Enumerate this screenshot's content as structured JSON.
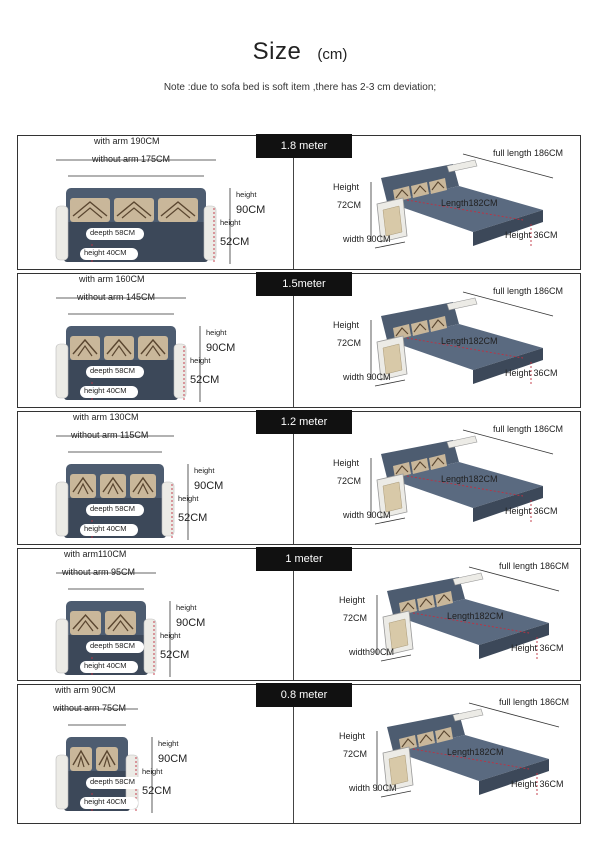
{
  "header": {
    "title": "Size",
    "unit": "(cm)",
    "note": "Note :due to sofa bed is soft item ,there has 2-3 cm deviation;"
  },
  "colors": {
    "fabric": "#4d5c70",
    "fabric_dark": "#3c4859",
    "frame": "#ecebe6",
    "tag_bg": "#111111",
    "pillow": "#c9b79a",
    "accent_line": "#c03040"
  },
  "sizes": [
    {
      "tag": "1.8 meter",
      "with_arm": "with arm  190CM",
      "without_arm": "without arm 175CM",
      "depth": "deepth 58CM",
      "seat_height": "height 40CM",
      "height_label": "height",
      "height_value": "90CM",
      "arm_height_label": "height",
      "arm_height_value": "52CM",
      "bed_height_label": "Height",
      "bed_height_value": "72CM",
      "bed_full_length": "full length 186CM",
      "bed_length": "Length182CM",
      "bed_width": "width 90CM",
      "bed_seat_height": "Height 36CM"
    },
    {
      "tag": "1.5meter",
      "with_arm": "with  arm 160CM",
      "without_arm": "without arm 145CM",
      "depth": "deepth 58CM",
      "seat_height": "height 40CM",
      "height_label": "height",
      "height_value": "90CM",
      "arm_height_label": "height",
      "arm_height_value": "52CM",
      "bed_height_label": "Height",
      "bed_height_value": "72CM",
      "bed_full_length": "full length 186CM",
      "bed_length": "Length182CM",
      "bed_width": "width 90CM",
      "bed_seat_height": "Height 36CM"
    },
    {
      "tag": "1.2 meter",
      "with_arm": "with  arm 130CM",
      "without_arm": "without arm 115CM",
      "depth": "deepth 58CM",
      "seat_height": "height 40CM",
      "height_label": "height",
      "height_value": "90CM",
      "arm_height_label": "height",
      "arm_height_value": "52CM",
      "bed_height_label": "Height",
      "bed_height_value": "72CM",
      "bed_full_length": "full length 186CM",
      "bed_length": "Length182CM",
      "bed_width": "width 90CM",
      "bed_seat_height": "Height 36CM"
    },
    {
      "tag": "1 meter",
      "with_arm": "with  arm110CM",
      "without_arm": "without arm 95CM",
      "depth": "deepth 58CM",
      "seat_height": "height 40CM",
      "height_label": "height",
      "height_value": "90CM",
      "arm_height_label": "height",
      "arm_height_value": "52CM",
      "bed_height_label": "Height",
      "bed_height_value": "72CM",
      "bed_full_length": "full length 186CM",
      "bed_length": "Length182CM",
      "bed_width": "width90CM",
      "bed_seat_height": "Height 36CM"
    },
    {
      "tag": "0.8 meter",
      "with_arm": "with  arm 90CM",
      "without_arm": "without arm 75CM",
      "depth": "deepth 58CM",
      "seat_height": "height 40CM",
      "height_label": "height",
      "height_value": "90CM",
      "arm_height_label": "height",
      "arm_height_value": "52CM",
      "bed_height_label": "Height",
      "bed_height_value": "72CM",
      "bed_full_length": "full length 186CM",
      "bed_length": "Length182CM",
      "bed_width": "width 90CM",
      "bed_seat_height": "Height 36CM"
    }
  ]
}
